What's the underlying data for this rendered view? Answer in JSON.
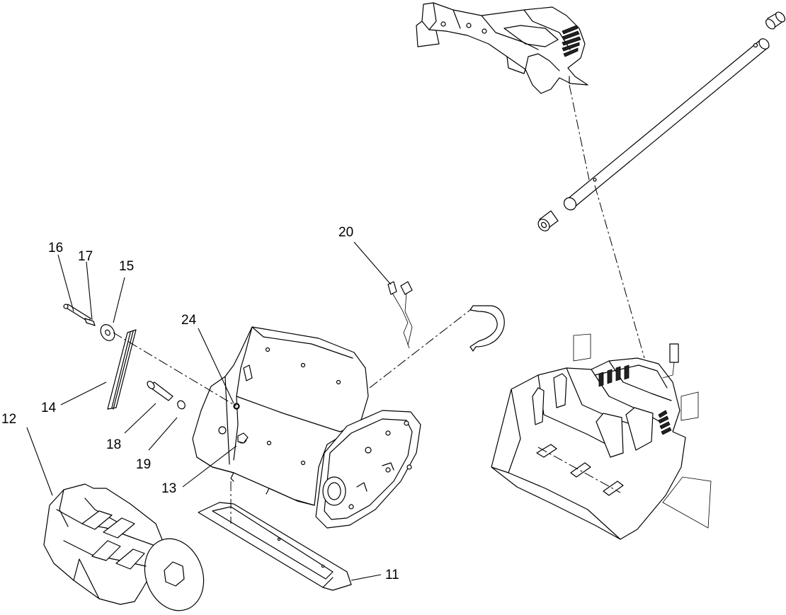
{
  "callouts": [
    {
      "id": "c11",
      "label": "11"
    },
    {
      "id": "c12",
      "label": "12"
    },
    {
      "id": "c13",
      "label": "13"
    },
    {
      "id": "c14",
      "label": "14"
    },
    {
      "id": "c15",
      "label": "15"
    },
    {
      "id": "c16",
      "label": "16"
    },
    {
      "id": "c17",
      "label": "17"
    },
    {
      "id": "c18",
      "label": "18"
    },
    {
      "id": "c19",
      "label": "19"
    },
    {
      "id": "c20",
      "label": "20"
    },
    {
      "id": "c24",
      "label": "24"
    }
  ]
}
